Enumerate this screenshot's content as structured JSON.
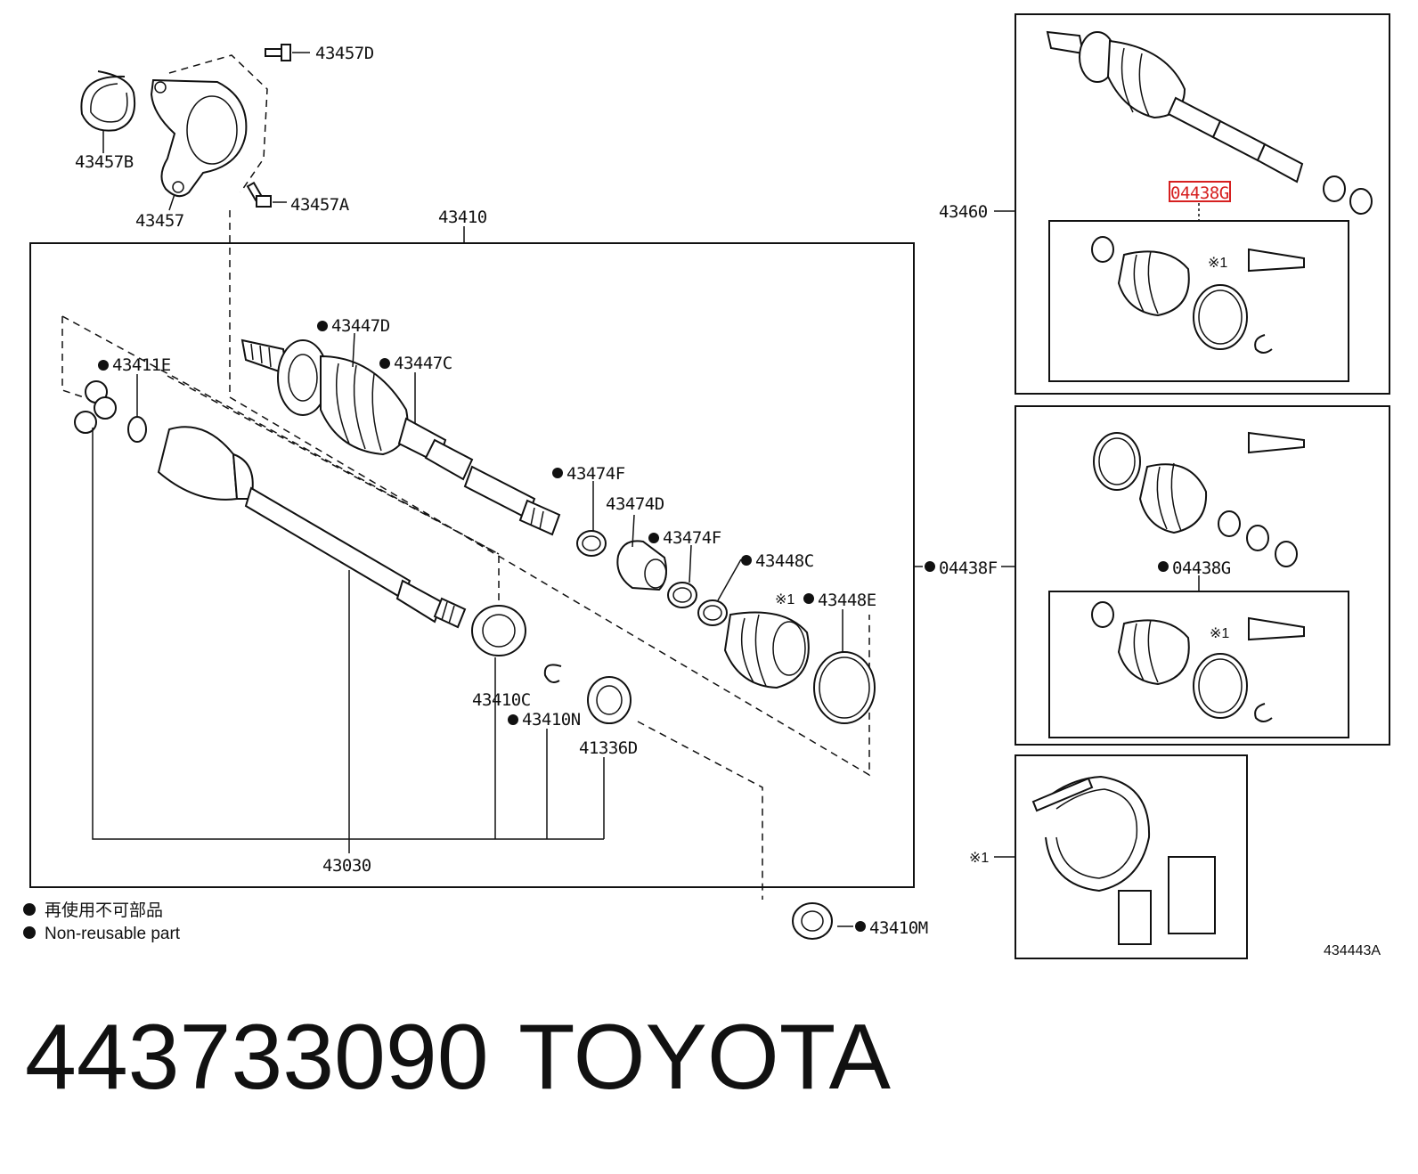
{
  "labels": {
    "p43457D": "43457D",
    "p43457B": "43457B",
    "p43457": "43457",
    "p43457A": "43457A",
    "p43410": "43410",
    "p43447D": "43447D",
    "p43447C": "43447C",
    "p43411E": "43411E",
    "p43474F_a": "43474F",
    "p43474D": "43474D",
    "p43474F_b": "43474F",
    "p43448C": "43448C",
    "p43448E": "43448E",
    "p43410C": "43410C",
    "p43410N": "43410N",
    "p41336D": "41336D",
    "p43030": "43030",
    "p43410M": "43410M",
    "p43460": "43460",
    "p04438G_hl": "04438G",
    "p04438F": "04438F",
    "p04438G": "04438G",
    "note_mark_a": "※1",
    "note_mark_b": "※1",
    "note_mark_c": "※1",
    "note_mark_d": "※1"
  },
  "legend": {
    "japanese": "再使用不可部品",
    "english": "Non-reusable part"
  },
  "diagram_code": "434443A",
  "footer": {
    "part_number": "443733090",
    "brand": "TOYOTA"
  },
  "colors": {
    "highlight": "#d62020",
    "line": "#111111"
  }
}
